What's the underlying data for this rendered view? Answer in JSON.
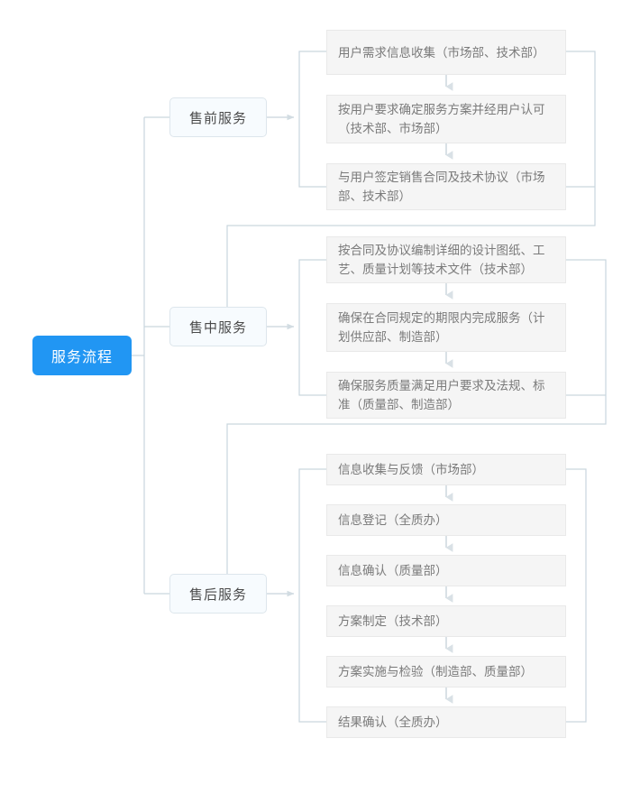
{
  "diagram": {
    "title": "服务流程",
    "type": "tree-flowchart",
    "colors": {
      "root_fill": "#2196f3",
      "root_text": "#ffffff",
      "category_fill": "#f7fbfe",
      "category_border": "#dde6ec",
      "category_text": "#4a4a4a",
      "leaf_fill": "#f5f5f5",
      "leaf_border": "#e9e9e9",
      "leaf_text": "#7a7a7a",
      "connector": "#c9d6de",
      "arrow": "#d2dce2"
    }
  },
  "root": {
    "label": "服务流程"
  },
  "categories": [
    {
      "label": "售前服务",
      "steps": [
        {
          "label": "用户需求信息收集（市场部、技术部）"
        },
        {
          "label": "按用户要求确定服务方案并经用户认可（技术部、市场部）"
        },
        {
          "label": "与用户签定销售合同及技术协议（市场部、技术部）"
        }
      ]
    },
    {
      "label": "售中服务",
      "steps": [
        {
          "label": "按合同及协议编制详细的设计图纸、工艺、质量计划等技术文件（技术部）"
        },
        {
          "label": "确保在合同规定的期限内完成服务（计划供应部、制造部）"
        },
        {
          "label": "确保服务质量满足用户要求及法规、标准（质量部、制造部）"
        }
      ]
    },
    {
      "label": "售后服务",
      "steps": [
        {
          "label": "信息收集与反馈（市场部）"
        },
        {
          "label": "信息登记（全质办）"
        },
        {
          "label": "信息确认（质量部）"
        },
        {
          "label": "方案制定（技术部）"
        },
        {
          "label": "方案实施与检验（制造部、质量部）"
        },
        {
          "label": "结果确认（全质办）"
        }
      ]
    }
  ]
}
